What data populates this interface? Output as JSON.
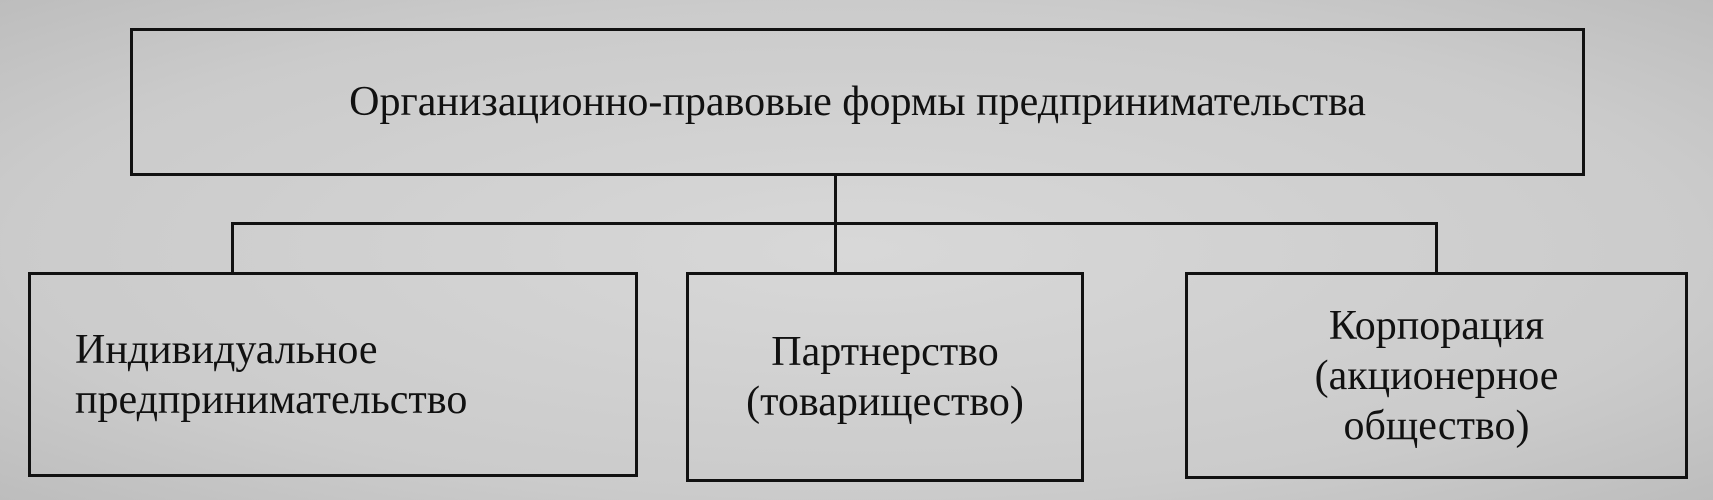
{
  "diagram": {
    "root": {
      "label": "Организационно-правовые формы предпринимательства"
    },
    "children": [
      {
        "line1": "Индивидуальное",
        "line2": "предпринимательство"
      },
      {
        "line1": "Партнерство",
        "line2": "(товарищество)"
      },
      {
        "line1": "Корпорация",
        "line2": "(акционерное",
        "line3": "общество)"
      }
    ]
  }
}
